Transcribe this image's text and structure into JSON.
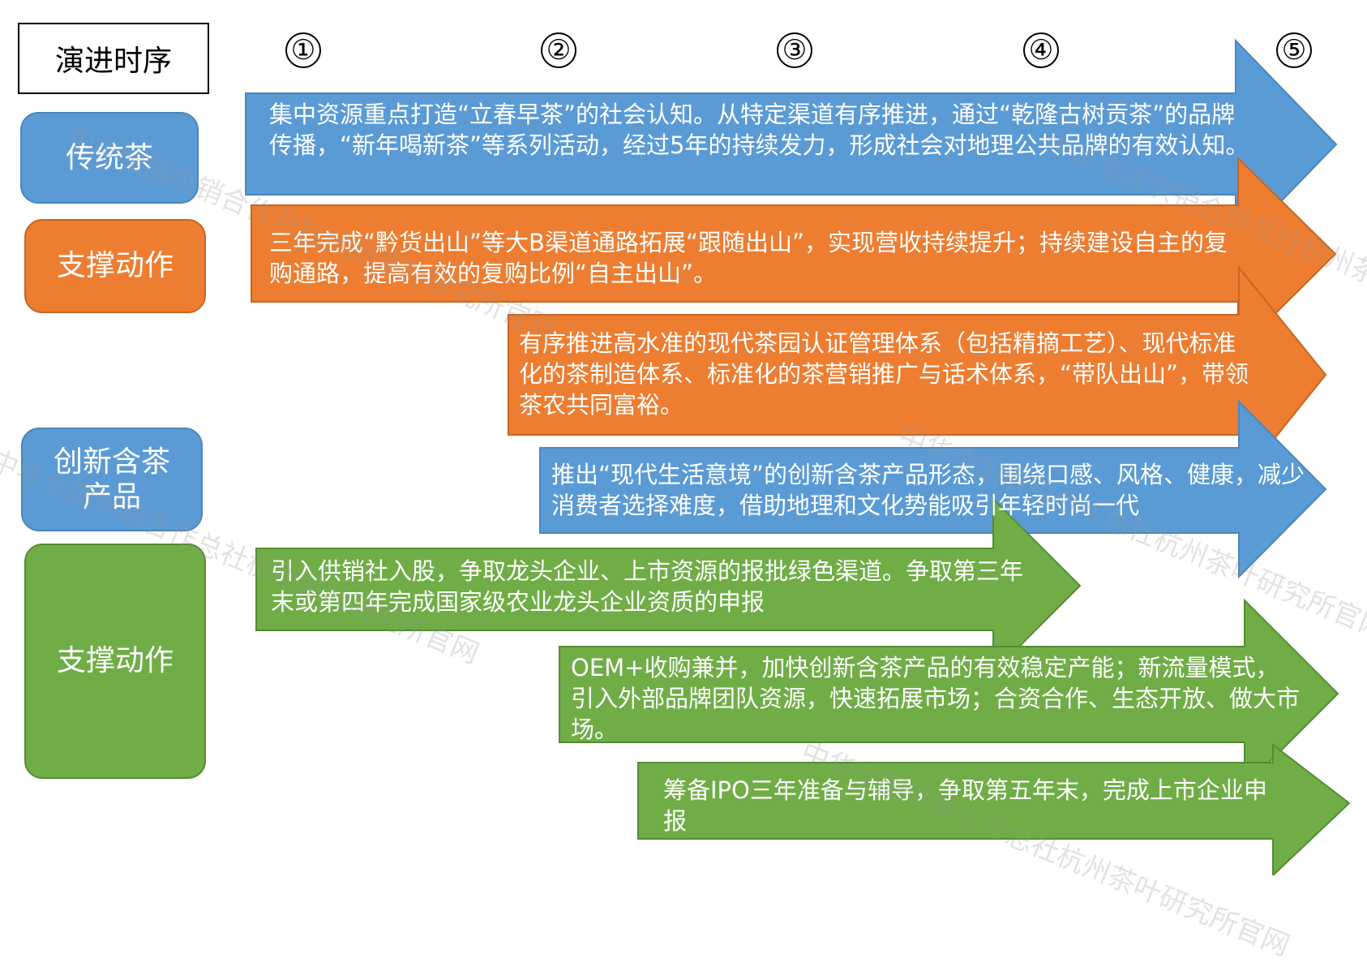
{
  "header": {
    "title": "演进时序"
  },
  "steps": [
    "①",
    "②",
    "③",
    "④",
    "⑤"
  ],
  "categories": {
    "traditional": "传统茶",
    "support1": "支撑动作",
    "innovative": "创新含茶产品",
    "support2": "支撑动作"
  },
  "arrows": [
    {
      "text": "集中资源重点打造“立春早茶”的社会认知。从特定渠道有序推进，通过“乾隆古树贡茶”的品牌传播，“新年喝新茶”等系列活动，经过5年的持续发力，形成社会对地理公共品牌的有效认知。",
      "color": "#5b9bd5"
    },
    {
      "text": "三年完成“黔货出山”等大B渠道通路拓展“跟随出山”，实现营收持续提升；持续建设自主的复购通路，提高有效的复购比例“自主出山”。",
      "color": "#ed7d31"
    },
    {
      "text": "有序推进高水准的现代茶园认证管理体系（包括精摘工艺）、现代标准化的茶制造体系、标准化的茶营销推广与话术体系，“带队出山”，带领茶农共同富裕。",
      "color": "#ed7d31"
    },
    {
      "text": "推出“现代生活意境”的创新含茶产品形态，围绕口感、风格、健康，减少消费者选择难度，借助地理和文化势能吸引年轻时尚一代",
      "color": "#5b9bd5"
    },
    {
      "text": "引入供销社入股，争取龙头企业、上市资源的报批绿色渠道。争取第三年末或第四年完成国家级农业龙头企业资质的申报",
      "color": "#70ad47"
    },
    {
      "text": "OEM+收购兼并，加快创新含茶产品的有效稳定产能；新流量模式，引入外部品牌团队资源，快速拓展市场；合资合作、生态开放、做大市场。",
      "color": "#70ad47"
    },
    {
      "text": "筹备IPO三年准备与辅导，争取第五年末，完成上市企业申报",
      "color": "#70ad47"
    }
  ],
  "watermark": "中华全国供销合作总社杭州茶叶研究所官网"
}
